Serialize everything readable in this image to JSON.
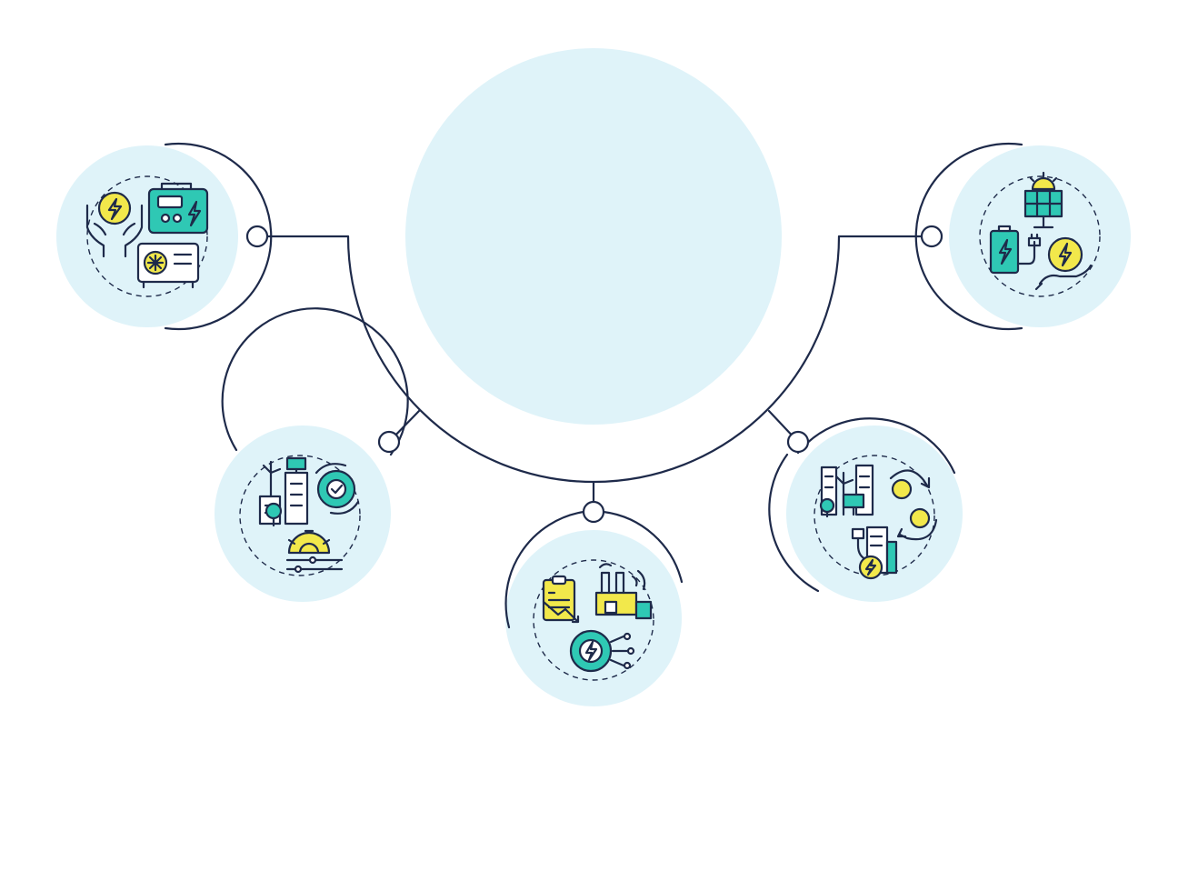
{
  "colors": {
    "background": "#ffffff",
    "fill": "#dff3f9",
    "outline": "#1e2a4a",
    "teal": "#2fc8b4",
    "yellow": "#f2e84b",
    "dash": "#1e2a4a"
  },
  "center": {
    "icon": "empty-circle"
  },
  "nodes": [
    {
      "id": "node-1",
      "icon": "energy-devices-icon"
    },
    {
      "id": "node-2",
      "icon": "smart-city-settings-icon"
    },
    {
      "id": "node-3",
      "icon": "industrial-energy-cost-icon"
    },
    {
      "id": "node-4",
      "icon": "renewable-cycle-icon"
    },
    {
      "id": "node-5",
      "icon": "solar-battery-icon"
    }
  ]
}
